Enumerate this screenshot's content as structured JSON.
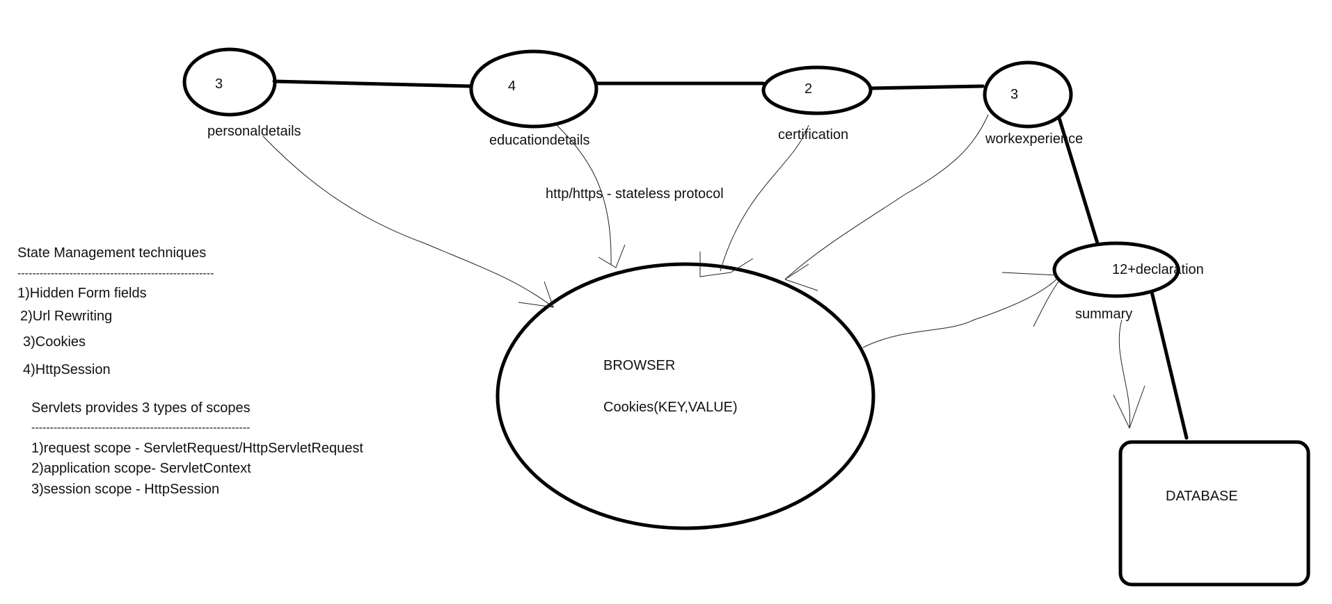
{
  "nodes": {
    "personal": {
      "count": "3",
      "label": "personaldetails"
    },
    "education": {
      "count": "4",
      "label": "educationdetails"
    },
    "certification": {
      "count": "2",
      "label": "certification"
    },
    "work": {
      "count": "3",
      "label": "workexperience"
    },
    "summary": {
      "count": "12+declaration",
      "label": "summary"
    }
  },
  "protocol_note": "http/https - stateless protocol",
  "browser": {
    "title": "BROWSER",
    "note": "Cookies(KEY,VALUE)"
  },
  "database": {
    "label": "DATABASE"
  },
  "state_management": {
    "heading": "State Management techniques",
    "underline": "-----------------------------------------------------",
    "items": [
      "1)Hidden Form fields",
      "2)Url Rewriting",
      "3)Cookies",
      "4)HttpSession"
    ]
  },
  "scopes": {
    "heading": "Servlets provides 3 types of scopes",
    "underline": "-----------------------------------------------------------",
    "items": [
      "1)request scope - ServletRequest/HttpServletRequest",
      "2)application scope- ServletContext",
      "3)session scope - HttpSession"
    ]
  }
}
